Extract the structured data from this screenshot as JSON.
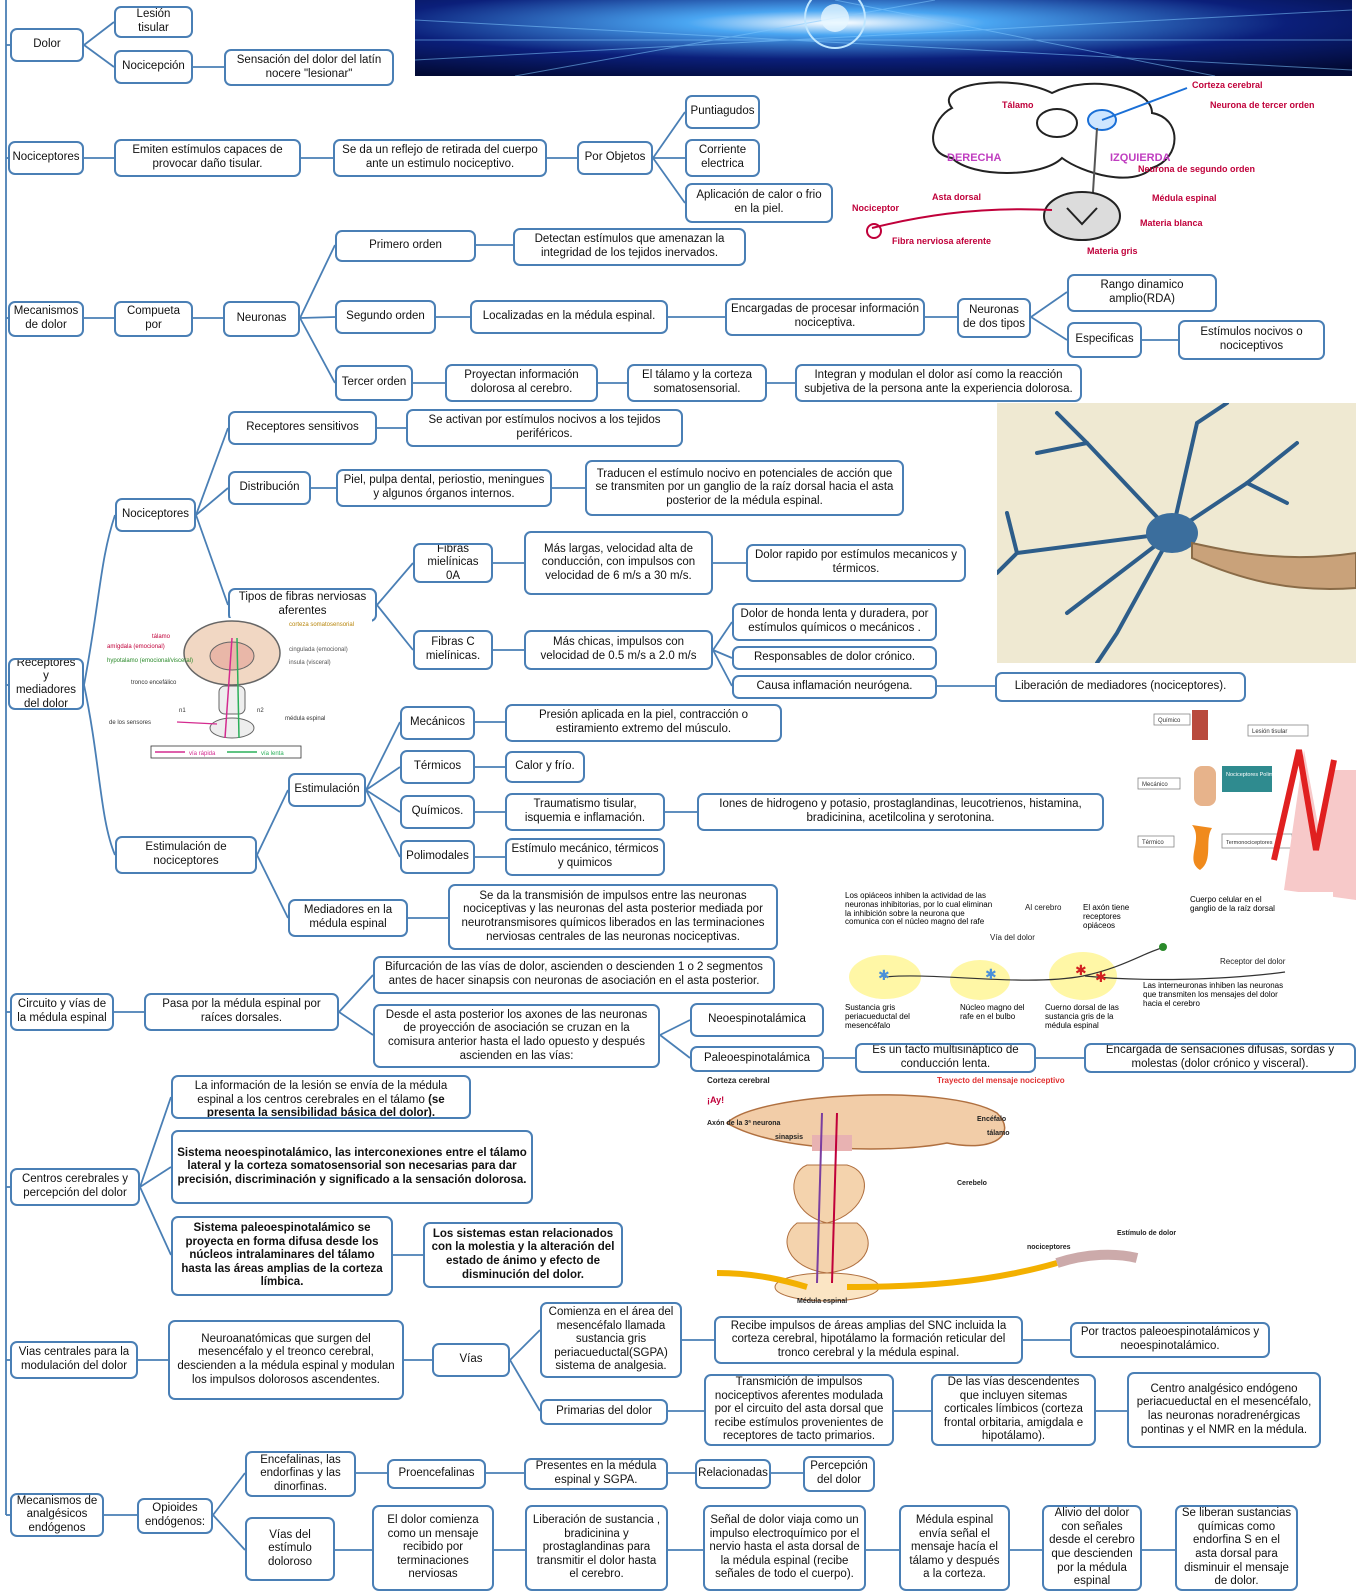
{
  "dolor": {
    "root": "Dolor",
    "lesion": "Lesión tisular",
    "nocicepcion": "Nocicepción",
    "sensacion": "Sensación del dolor del latín nocere \"lesionar\""
  },
  "nociceptores": {
    "root": "Nociceptores",
    "emiten": "Emiten estímulos capaces de provocar daño tisular.",
    "reflejo": "Se da un reflejo de retirada del cuerpo ante un estimulo nociceptivo.",
    "objetos": "Por Objetos",
    "puntiagudos": "Puntiagudos",
    "corriente": "Corriente electrica",
    "calor": "Aplicación de calor o frio en la piel."
  },
  "mecanismos": {
    "root": "Mecanismos de dolor",
    "compuesta": "Compueta por",
    "neuronas": "Neuronas",
    "primero": "Primero orden",
    "primero_desc": "Detectan estímulos que amenazan la integridad de los tejidos inervados.",
    "segundo": "Segundo orden",
    "segundo_desc": "Localizadas en la médula espinal.",
    "encargadas": "Encargadas de procesar información nociceptiva.",
    "dos_tipos": "Neuronas de dos tipos",
    "rango": "Rango dinamico amplio(RDA)",
    "especificas": "Especificas",
    "estimulos_nocivos": "Estímulos nocivos o nociceptivos",
    "tercer": "Tercer orden",
    "proyectan": "Proyectan información dolorosa al cerebro.",
    "talamo": "El tálamo y la corteza somatosensorial.",
    "integran": "Integran y modulan el dolor así como la reacción subjetiva de la persona ante la experiencia dolorosa."
  },
  "receptores": {
    "root": "Receptores y mediadores del dolor",
    "nociceptores": "Nociceptores",
    "sensitivos": "Receptores sensitivos",
    "activan": "Se activan por estímulos nocivos a los tejidos periféricos.",
    "distribucion": "Distribución",
    "piel": "Piel, pulpa dental, periostio, meningues y algunos órganos internos.",
    "traducen": "Traducen el estímulo nocivo en potenciales de acción que se transmiten por un ganglio de la raíz dorsal hacia el asta posterior de la médula espinal.",
    "tipos": "Tipos de fibras nerviosas aferentes",
    "fibras_a": "Fibras mielínicas 0A",
    "largas": "Más largas, velocidad alta de conducción, con impulsos con velocidad de 6 m/s a 30 m/s.",
    "rapido": "Dolor rapido por estímulos mecanicos y térmicos.",
    "fibras_c": "Fibras C mielínicas.",
    "chicas": "Más chicas, impulsos con velocidad de 0.5 m/s a 2.0 m/s",
    "honda": "Dolor de honda lenta y duradera, por estímulos químicos o mecánicos .",
    "cronico": "Responsables de dolor crónico.",
    "inflamacion": "Causa inflamación neurógena.",
    "liberacion": "Liberación de mediadores (nociceptores).",
    "estimulacion_noci": "Estimulación de nociceptores",
    "estimulacion": "Estimulación",
    "mecanicos": "Mecánicos",
    "presion": "Presión aplicada en la piel, contracción o estiramiento extremo del músculo.",
    "termicos": "Térmicos",
    "calor_frio": "Calor y frío.",
    "quimicos": "Químicos.",
    "traumatismo": "Traumatismo tisular, isquemia e inflamación.",
    "iones": "Iones de hidrogeno y potasio, prostaglandinas, leucotrienos, histamina, bradicinina, acetilcolina y serotonina.",
    "polimodales": "Polimodales",
    "estimulo_mecanico": "Estímulo mecánico, térmicos y quimicos",
    "mediadores": "Mediadores en la médula espinal",
    "transmision": "Se da la transmisión de impulsos entre las neuronas nociceptivas y las neuronas del asta posterior mediada por neurotransmisores químicos liberados en las terminaciones nerviosas centrales de las neuronas nociceptivas."
  },
  "circuito": {
    "root": "Circuito y vías de la médula espinal",
    "pasa": "Pasa por la médula espinal por raíces dorsales.",
    "bifurcacion": "Bifurcación de las vías de dolor, ascienden o descienden 1 o 2 segmentos antes de hacer sinapsis con neuronas de asociación  en el asta posterior.",
    "desde": "Desde el asta posterior los axones de las neuronas de proyección de asociación se cruzan en la comisura anterior hasta el lado opuesto y después ascienden en las vías:",
    "neo": "Neoespinotalámica",
    "paleo": "Paleoespinotalámica",
    "tacto": "Es un tacto multisináptico de conducción lenta.",
    "encargada": "Encargada de sensaciones difusas, sordas y molestas (dolor crónico y visceral)."
  },
  "centros": {
    "root": "Centros cerebrales y percepción del dolor",
    "info_a": "La información de la lesión se envía de la médula espinal a los centros cerebrales en el tálamo ",
    "info_b": "(se presenta la sensibilidad básica del dolor).",
    "neoesp": "Sistema neoespinotalámico, las interconexiones entre el tálamo lateral y la corteza somatosensorial son necesarias para dar precisión, discriminación y significado a la sensación dolorosa.",
    "paleoesp": "Sistema paleoespinotalámico se proyecta en forma difusa desde los núcleos intralaminares del tálamo hasta las áreas amplias  de la corteza límbica.",
    "sistemas": "Los sistemas estan relacionados con la molestia y la alteración del estado de ánimo y efecto de disminución del dolor."
  },
  "vias": {
    "root": "Vias centrales para la modulación del dolor",
    "neuroanat": "Neuroanatómicas que surgen del mesencéfalo y el treonco cerebral, descienden a la médula espinal y modulan los impulsos dolorosos ascendentes.",
    "vias": "Vías",
    "comienza": "Comienza en el área del mesencéfalo llamada sustancia gris periacueductal(SGPA) sistema de analgesia.",
    "recibe": "Recibe impulsos de áreas amplias del SNC incluida la corteza cerebral, hipotálamo la formación reticular del tronco cerebral y la médula espinal.",
    "tractos": "Por tractos paleoespinotalámicos y neoespinotalámico.",
    "primarias": "Primarias del dolor",
    "transmicion": "Transmición de impulsos nociceptivos aferentes modulada por el circuito del asta dorsal que recibe estímulos provenientes de receptores de tacto primarios.",
    "descendentes": "De las vías descendentes que incluyen sitemas corticales límbicos (corteza frontal orbitaria, amigdala e hipotálamo).",
    "centro": "Centro analgésico endógeno periacueductal en el mesencéfalo, las neuronas noradrenérgicas pontinas y el NMR en la médula."
  },
  "analgesicos": {
    "root": "Mecanismos de analgésicos endógenos",
    "opioides": "Opioides endógenos:",
    "encefalinas": "Encefalinas, las endorfinas y las dinorfinas.",
    "proencefalinas": "Proencefalinas",
    "presentes": "Presentes en la médula espinal y SGPA.",
    "relacionadas": "Relacionadas",
    "percepcion": "Percepción del dolor",
    "vias_estimulo": "Vías del estímulo doloroso",
    "comienza": "El dolor comienza como un mensaje recibido por terminaciones nerviosas",
    "liberacion": "Liberación de sustancia , bradicinina y prostaglandinas para transmitir el dolor hasta el cerebro.",
    "senal": "Señal de dolor viaja como un impulso electroquímico por el nervio hasta el asta dorsal de la médula espinal (recibe señales de todo el cuerpo).",
    "medula": "Médula espinal envía señal el mensaje hacía el tálamo y después a la corteza.",
    "alivio": "Alivio del dolor con señales desde el cerebro que descienden por la médula espinal",
    "sustancias": "Se liberan sustancias químicas como endorfina S en el asta dorsal para disminuir el mensaje de dolor."
  },
  "figures": {
    "pathway": {
      "corteza": "Corteza cerebral",
      "talamo": "Tálamo",
      "tercer": "Neurona de tercer orden",
      "derecha": "DERECHA",
      "izquierda": "IZQUIERDA",
      "segundo": "Neurona de segundo orden",
      "asta": "Asta dorsal",
      "medula": "Médula espinal",
      "nociceptor": "Nociceptor",
      "blanca": "Materia blanca",
      "fibra": "Fibra nerviosa aferente",
      "gris": "Materia gris"
    },
    "brain": {
      "corteza": "corteza somatosensorial",
      "talamo": "tálamo",
      "amigdala": "amígdala (emocional)",
      "cingulada": "cingulada (emocional)",
      "hipotalamo": "hypotalamo (emocional/visceral)",
      "insula": "insula (visceral)",
      "tronco": "tronco encefálico",
      "medula": "médula espinal",
      "sensores": "de los sensores",
      "n1": "n1",
      "n2": "n2",
      "rapida": "vía rápida",
      "lenta": "vía lenta"
    },
    "types": {
      "quimico": "Químico",
      "lesion": "Lesión tisular",
      "mecanico": "Mecánico",
      "noci": "Nociceptores Polimodales",
      "termico": "Térmico",
      "termo": "Termonociceptores"
    },
    "opiaceos": {
      "text": "Los opiáceos inhiben la actividad de las neuronas inhibitorias, por lo cual eliminan la inhibición sobre la neurona que comunica con el núcleo magno del rafe",
      "al_cerebro": "Al cerebro",
      "axon": "El axón tiene receptores opiáceos",
      "cuerpo": "Cuerpo celular en el ganglio de la raíz dorsal",
      "via": "Vía del dolor",
      "receptor": "Receptor del dolor",
      "sustancia": "Sustancia gris periacueductal del mesencéfalo",
      "nucleo": "Núcleo magno del rafe en el bulbo",
      "cuerno": "Cuerno dorsal de las sustancia gris de la médula espinal",
      "inter": "Las interneuronas inhiben las neuronas que transmiten los mensajes del dolor hacia el cerebro"
    },
    "trayecto": {
      "corteza": "Corteza cerebral",
      "title": "Trayecto del mensaje nociceptivo",
      "ay": "¡Ay!",
      "encefalo": "Encéfalo",
      "talamo": "tálamo",
      "cerebelo": "Cerebelo",
      "sinapsis": "sinapsis",
      "medula": "Médula espinal",
      "nociceptores": "nociceptores",
      "estimulo": "Estímulo de dolor",
      "axon3": "Axón de la 3ª neurona"
    }
  }
}
